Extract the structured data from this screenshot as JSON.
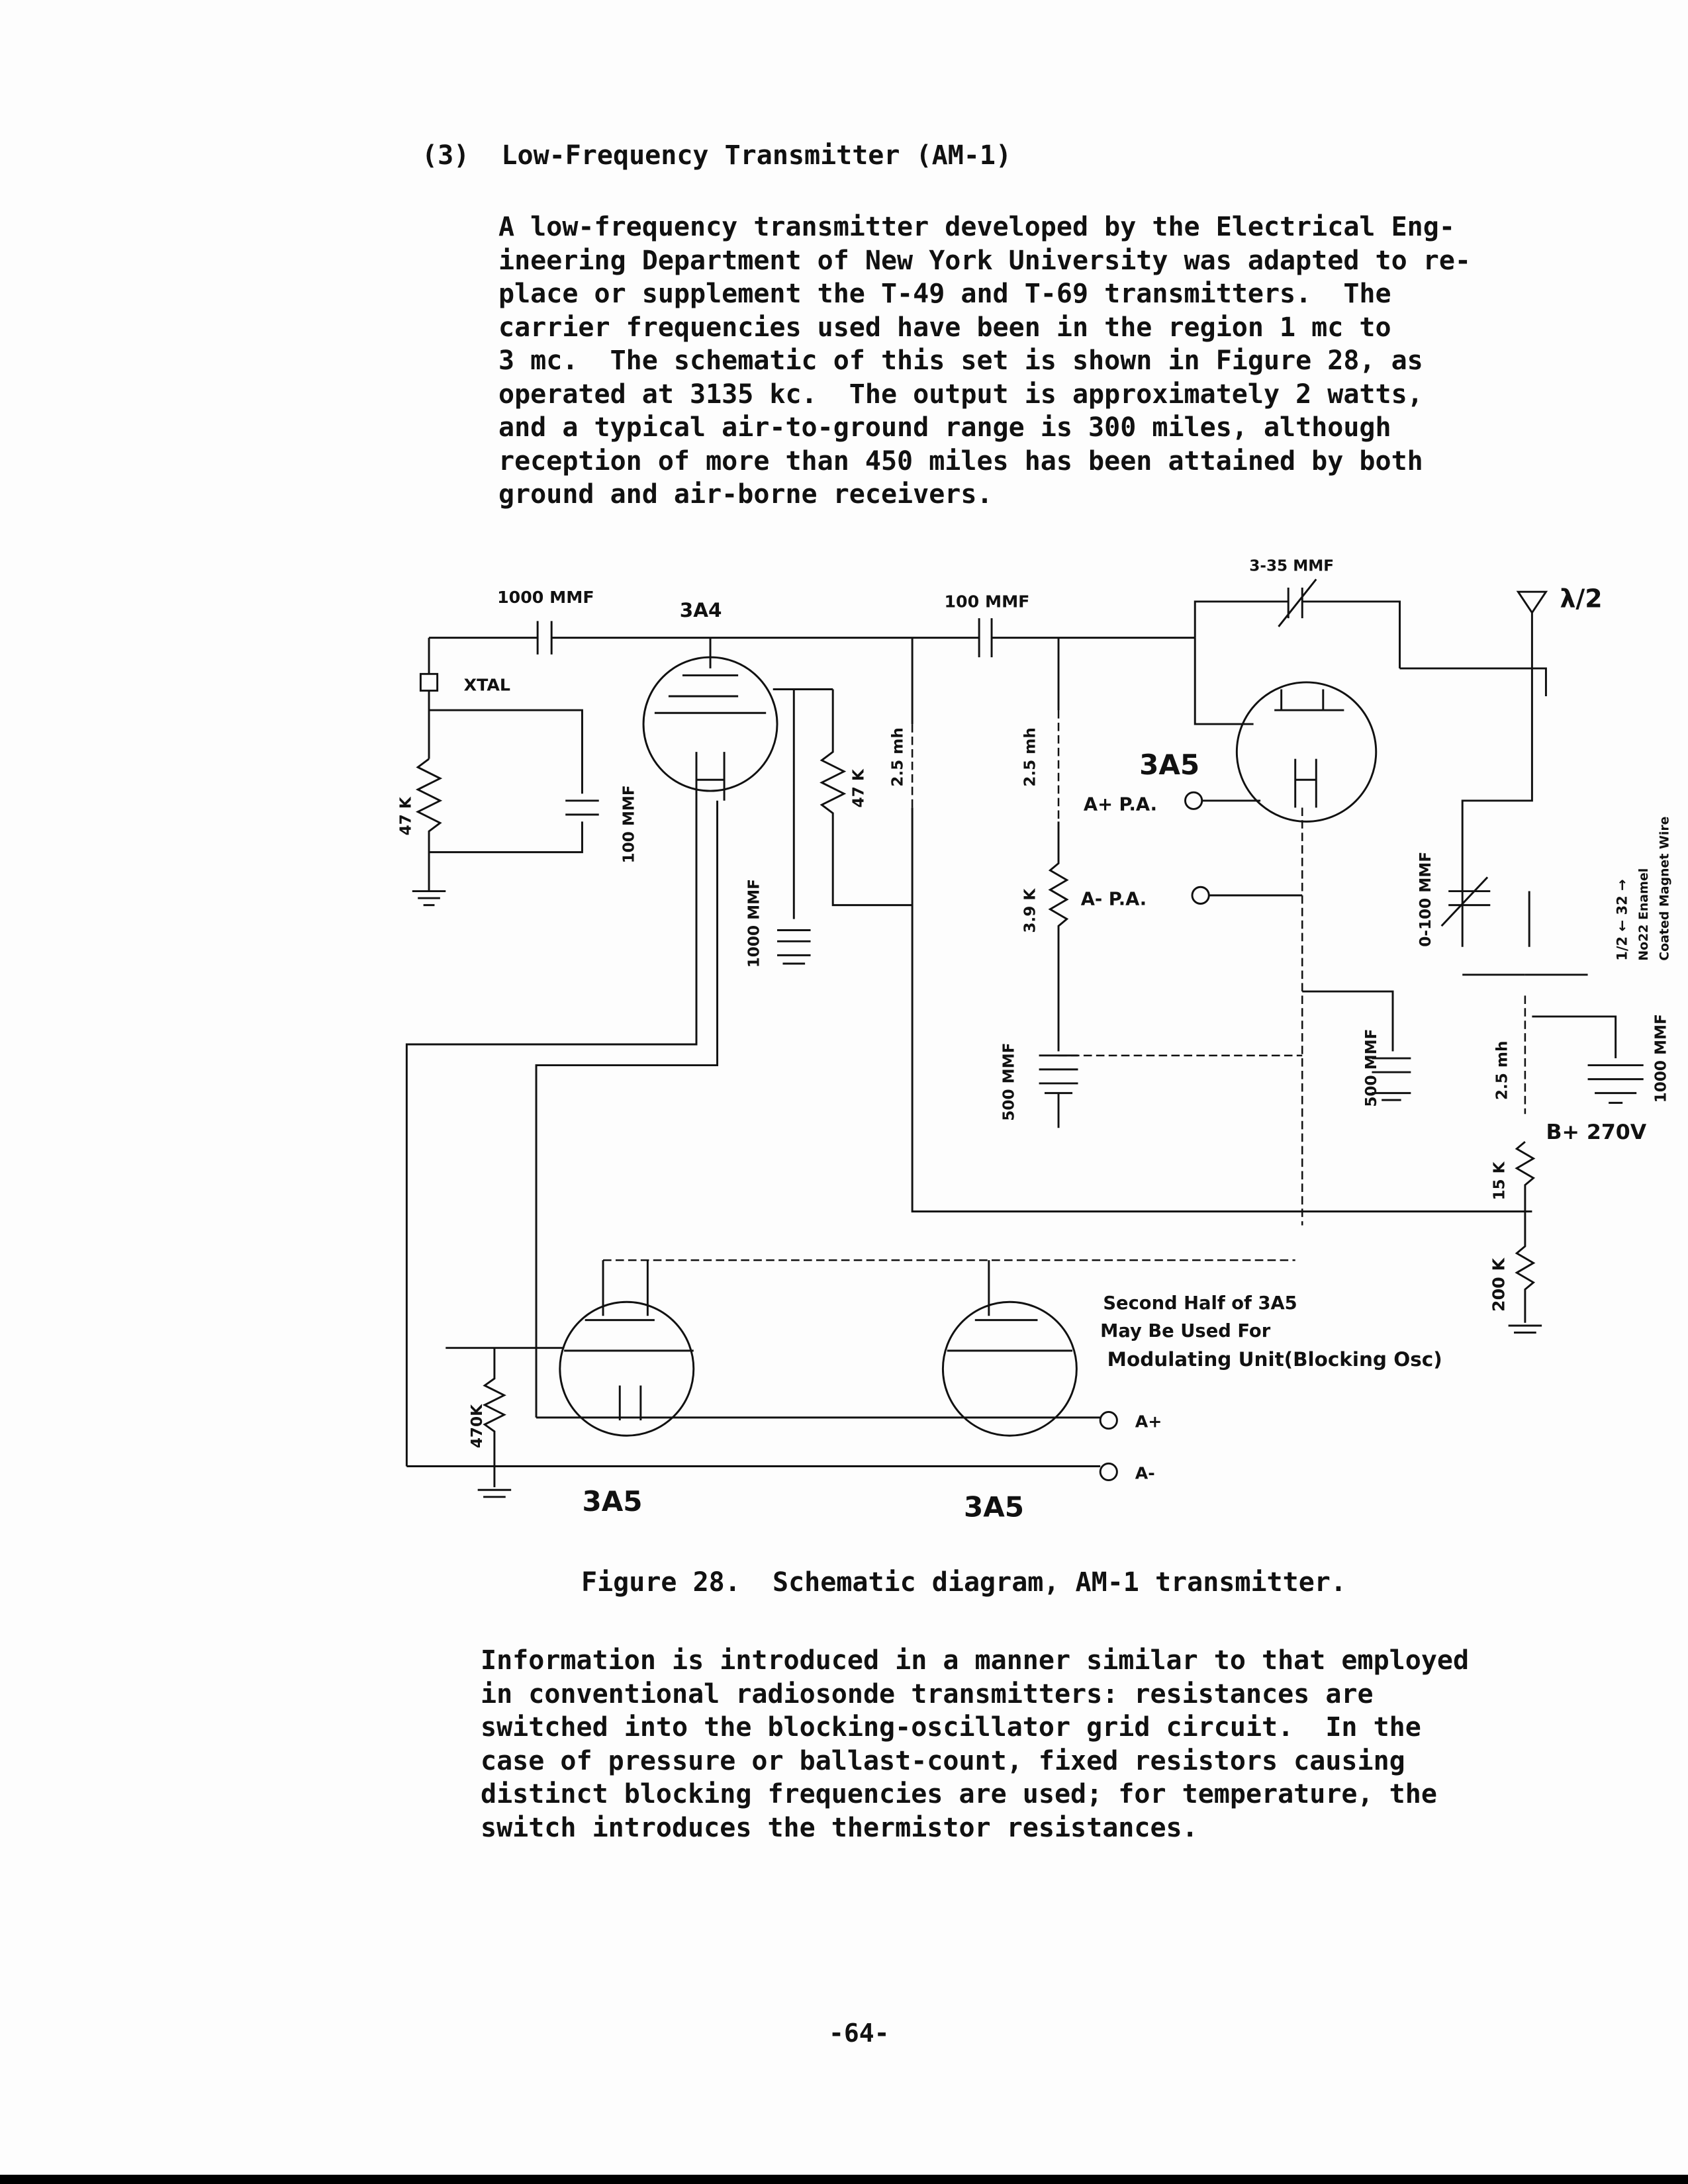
{
  "section": {
    "number": "(3)",
    "title": "Low-Frequency Transmitter (AM-1)"
  },
  "paragraph1": [
    "A low-frequency transmitter developed by the Electrical Eng-",
    "ineering Department of New York University was adapted to re-",
    "place or supplement the T-49 and T-69 transmitters.  The",
    "carrier frequencies used have been in the region 1 mc to",
    "3 mc.  The schematic of this set is shown in Figure 28, as",
    "operated at 3135 kc.  The output is approximately 2 watts,",
    "and a typical air-to-ground range is 300 miles, although",
    "reception of more than 450 miles has been attained by both",
    "ground and air-borne receivers."
  ],
  "schematic": {
    "labels": {
      "cap_1000_top": "1000 MMF",
      "tube_3a4": "3A4",
      "xtal": "XTAL",
      "res_47k_left": "47 K",
      "cap_100_left": "100 MMF",
      "res_47k_mid": "47 K",
      "cap_1000_mid": "1000 MMF",
      "choke_25_a": "2.5 mh",
      "cap_100_top": "100 MMF",
      "choke_25_b": "2.5 mh",
      "res_39k": "3.9 K",
      "cap_500_left": "500 MMF",
      "tube_3a5_pa": "3A5",
      "a_plus_pa": "A+ P.A.",
      "a_minus_pa": "A- P.A.",
      "cap_3_35": "3-35 MMF",
      "antenna": "λ/2",
      "cap_0_100": "0-100 MMF",
      "coil_dims": "1/2 ← 32 →",
      "coil_wire": "No22 Enamel",
      "coil_wire2": "Coated Magnet Wire",
      "cap_1000_right": "1000 MMF",
      "cap_500_right": "500 MMF",
      "choke_25_c": "2.5 mh",
      "b_plus": "B+ 270V",
      "res_15k": "15 K",
      "res_200k": "200 K",
      "note_line1": "Second Half of 3A5",
      "note_line2": "May Be Used For",
      "note_line3": "Modulating Unit(Blocking Osc)",
      "res_470k": "470K",
      "tube_3a5_left": "3A5",
      "tube_3a5_right": "3A5",
      "a_plus": "A+",
      "a_minus": "A-"
    }
  },
  "caption": "Figure 28.  Schematic diagram, AM-1 transmitter.",
  "paragraph2": [
    "Information is introduced in a manner similar to that employed",
    "in conventional radiosonde transmitters: resistances are",
    "switched into the blocking-oscillator grid circuit.  In the",
    "case of pressure or ballast-count, fixed resistors causing",
    "distinct blocking frequencies are used; for temperature, the",
    "switch introduces the thermistor resistances."
  ],
  "page_number": "-64-"
}
